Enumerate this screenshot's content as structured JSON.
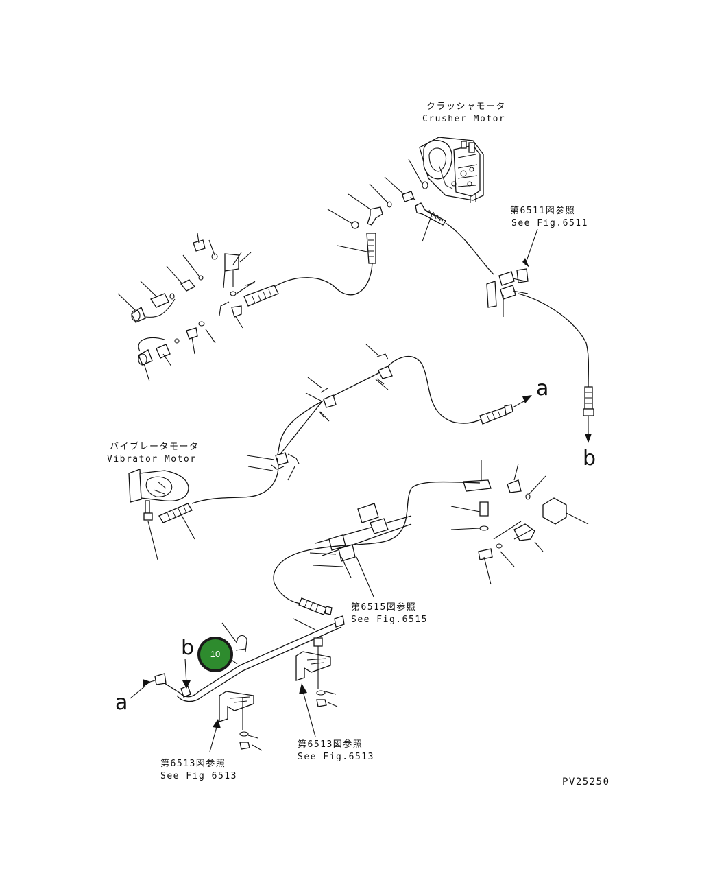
{
  "labels": {
    "crusher_motor_jp": "クラッシャモータ",
    "crusher_motor_en": "Crusher Motor",
    "vibrator_motor_jp": "バイブレータモータ",
    "vibrator_motor_en": "Vibrator Motor",
    "ref_6511_jp": "第6511図参照",
    "ref_6511_en": "See Fig.6511",
    "ref_6515_jp": "第6515図参照",
    "ref_6515_en": "See Fig.6515",
    "ref_6513_right_jp": "第6513図参照",
    "ref_6513_right_en": "See Fig.6513",
    "ref_6513_left_jp": "第6513図参照",
    "ref_6513_left_en": "See Fig 6513",
    "drawing_code": "PV25250"
  },
  "connectors": {
    "a_right": "a",
    "b_right": "b",
    "b_bottom": "b",
    "a_bottom": "a"
  },
  "callout": {
    "number": "10"
  },
  "colors": {
    "callout_fill": "#2e8b2e",
    "line": "#111111",
    "background": "#ffffff"
  }
}
